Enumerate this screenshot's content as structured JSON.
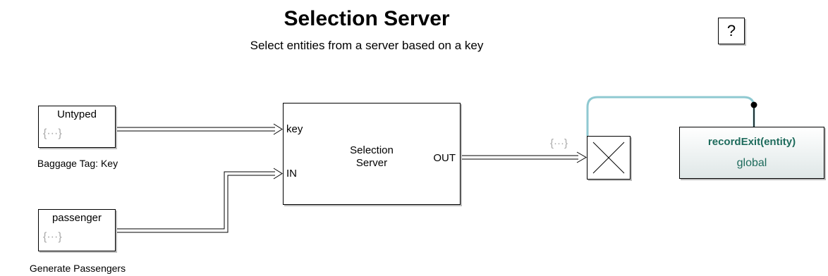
{
  "header": {
    "title": "Selection Server",
    "subtitle": "Select entities from a server based on a key",
    "help_label": "?"
  },
  "blocks": {
    "key_source": {
      "label": "Untyped",
      "icon": "{···}",
      "caption": "Baggage Tag: Key"
    },
    "passenger_source": {
      "label": "passenger",
      "icon": "{···}",
      "caption": "Generate Passengers"
    },
    "selection_server": {
      "name": "Selection\nServer",
      "port_key": "key",
      "port_in": "IN",
      "port_out": "OUT"
    },
    "entity_marker": {
      "icon": "{···}"
    },
    "terminator": {
      "icon": "cross-icon"
    },
    "function_block": {
      "name": "recordExit(entity)",
      "scope": "global"
    }
  },
  "colors": {
    "signal_line": "#8fc9d1",
    "function_text": "#1e6b5c",
    "dots": "#a8a8a8"
  }
}
